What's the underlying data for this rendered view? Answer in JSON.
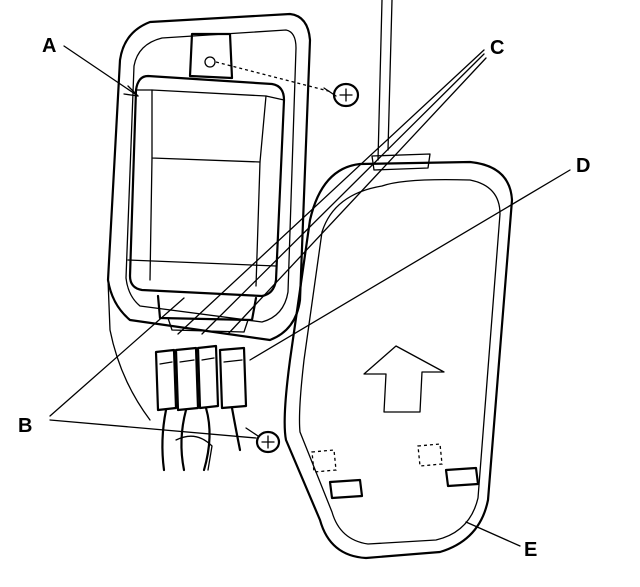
{
  "callouts": {
    "a": "A",
    "b": "B",
    "c": "C",
    "d": "D",
    "e": "E"
  },
  "colors": {
    "ink": "#000000",
    "background": "#ffffff"
  }
}
